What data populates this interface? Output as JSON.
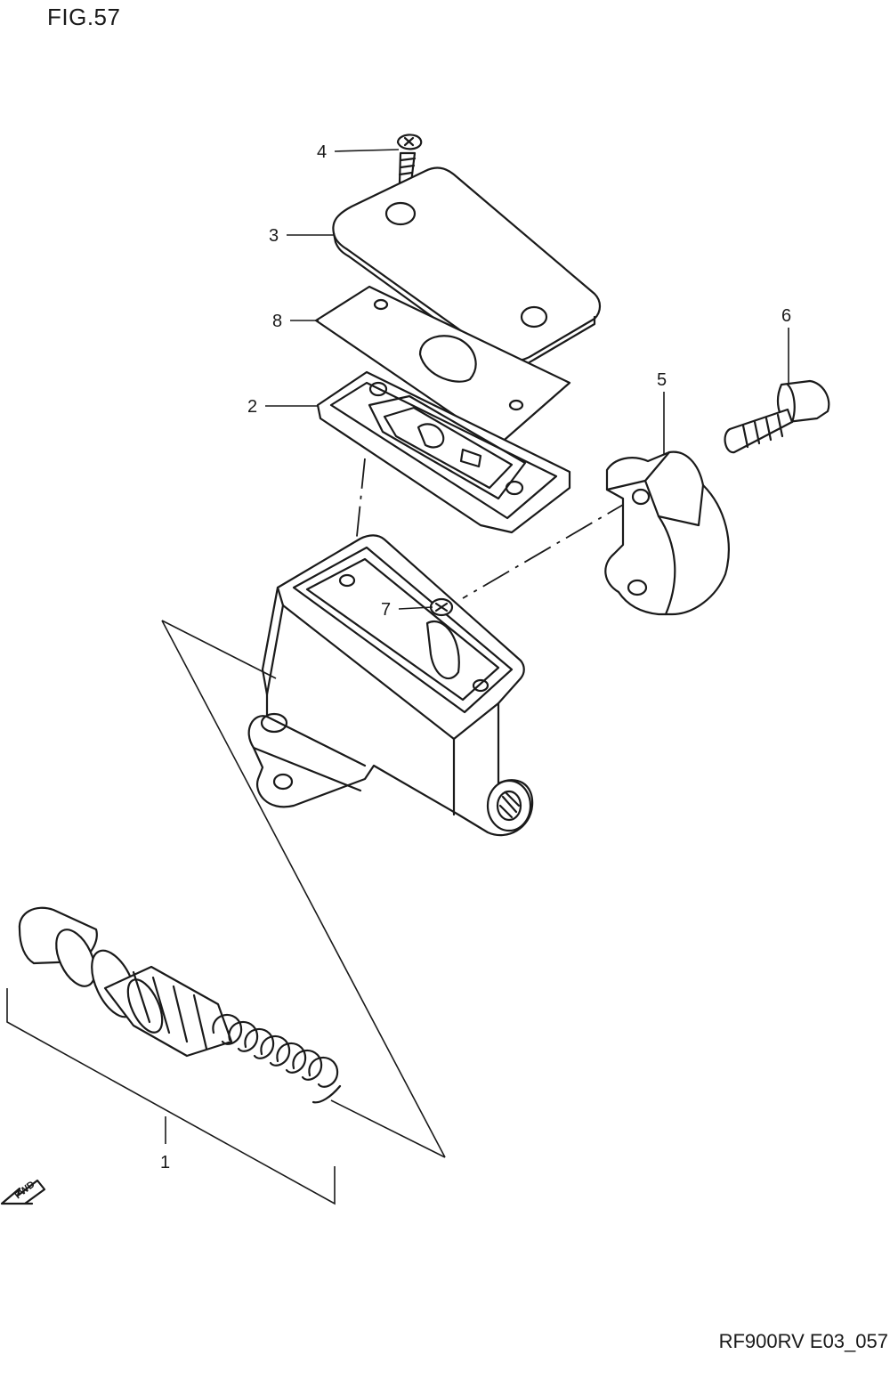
{
  "figure": {
    "title": "FIG.57",
    "code": "RF900RV E03_057"
  },
  "callouts": [
    "1",
    "2",
    "3",
    "4",
    "5",
    "6",
    "7",
    "8"
  ],
  "fwd_label": "FWD"
}
